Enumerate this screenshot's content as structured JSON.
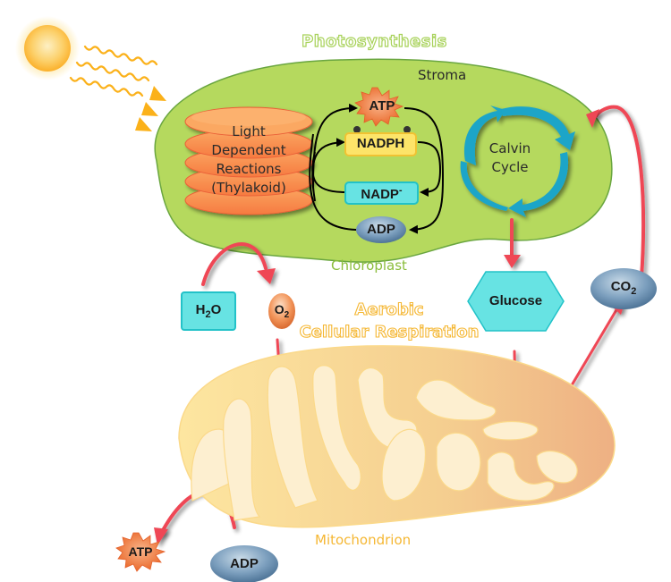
{
  "titles": {
    "photosynthesis": "Photosynthesis",
    "aerobic_line1": "Aerobic",
    "aerobic_line2": "Cellular Respiration"
  },
  "labels": {
    "stroma": "Stroma",
    "chloroplast": "Chloroplast",
    "mitochondrion": "Mitochondrion",
    "thylakoid_lines": [
      "Light",
      "Dependent",
      "Reactions",
      "(Thylakoid)"
    ],
    "calvin_lines": [
      "Calvin",
      "Cycle"
    ]
  },
  "molecules": {
    "atp_top": "ATP",
    "nadph": "NADPH",
    "nadp": "NADP",
    "nadp_sup": "-",
    "adp_top": "ADP",
    "h2o": {
      "base": "H",
      "sub": "2",
      "tail": "O"
    },
    "o2": {
      "base": "O",
      "sub": "2"
    },
    "glucose": "Glucose",
    "co2": {
      "base": "CO",
      "sub": "2"
    },
    "atp_bottom": "ATP",
    "adp_bottom": "ADP"
  },
  "icons": {
    "sun": "sun-icon",
    "light_rays": "wavy-arrow-icon"
  },
  "colors": {
    "chloroplast_fill": "#b5d95e",
    "chloroplast_stroke": "#6aa640",
    "photosynthesis_title": "#a8d25a",
    "respiration_title": "#f5b733",
    "thylakoid": "#f7874a",
    "thylakoid_stroke": "#e8603a",
    "calvin_arrow": "#1aa5c8",
    "atp_star": "#ef7a3c",
    "nadph_fill": "#fde469",
    "nadph_stroke": "#f1c232",
    "cyan_box": "#67e3e3",
    "cyan_stroke": "#22c2c8",
    "blue_oval": "#7a9fbf",
    "red_arrow": "#ef4655",
    "mito_outer": "#f7cf8a",
    "mito_inner": "#fdefd0",
    "mito_label": "#f5b733",
    "chloroplast_label": "#8bbd3c",
    "sun": "#fbb72c",
    "ray": "#fbb11a"
  }
}
